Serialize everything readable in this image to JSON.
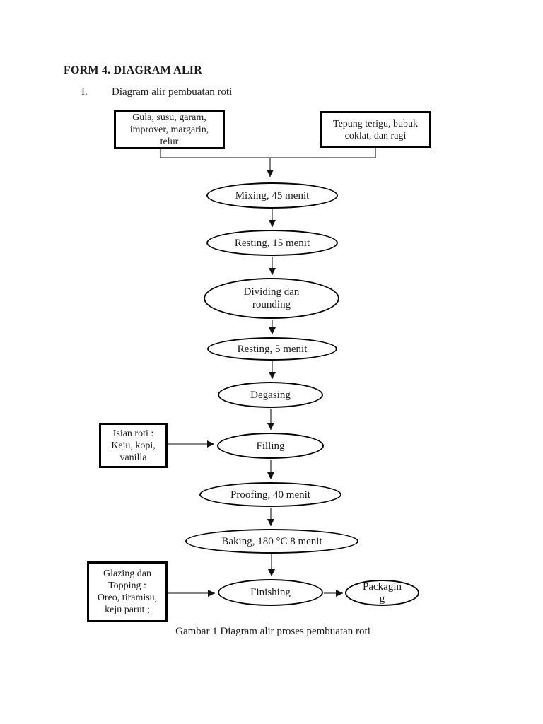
{
  "document": {
    "heading": "FORM 4. DIAGRAM ALIR",
    "list_item": {
      "marker": "I.",
      "text": "Diagram alir pembuatan roti"
    },
    "caption": "Gambar 1 Diagram alir proses pembuatan roti"
  },
  "flowchart": {
    "inputs": [
      {
        "name": "bahan-tambahan",
        "text": "Gula, susu, garam,\nimprover, margarin,\ntelur"
      },
      {
        "name": "bahan-utama",
        "text": "Tepung terigu, bubuk\ncoklat, dan ragi"
      }
    ],
    "steps": [
      {
        "name": "mixing",
        "label": "Mixing, 45 menit"
      },
      {
        "name": "resting-1",
        "label": "Resting, 15 menit"
      },
      {
        "name": "dividing-rounding",
        "label": "Dividing dan\nrounding"
      },
      {
        "name": "resting-2",
        "label": "Resting, 5 menit"
      },
      {
        "name": "degasing",
        "label": "Degasing"
      },
      {
        "name": "filling",
        "label": "Filling"
      },
      {
        "name": "proofing",
        "label": "Proofing, 40 menit"
      },
      {
        "name": "baking",
        "label": "Baking, 180 °C 8 menit"
      },
      {
        "name": "finishing",
        "label": "Finishing"
      },
      {
        "name": "packaging",
        "label": "Packagin\ng"
      }
    ],
    "side_notes": [
      {
        "name": "isian-roti",
        "text": "Isian roti :\nKeju, kopi,\nvanilla",
        "points_to": "Filling"
      },
      {
        "name": "glazing-topping",
        "text": "Glazing dan\nTopping :\nOreo, tiramisu,\nkeju parut ;",
        "points_to": "Finishing"
      }
    ]
  },
  "colors": {
    "page_background": "#ffffff",
    "shape_border": "#000000",
    "connector_line": "#3a3a3a",
    "arrowhead": "#111111",
    "text": "#1a1a1a"
  }
}
